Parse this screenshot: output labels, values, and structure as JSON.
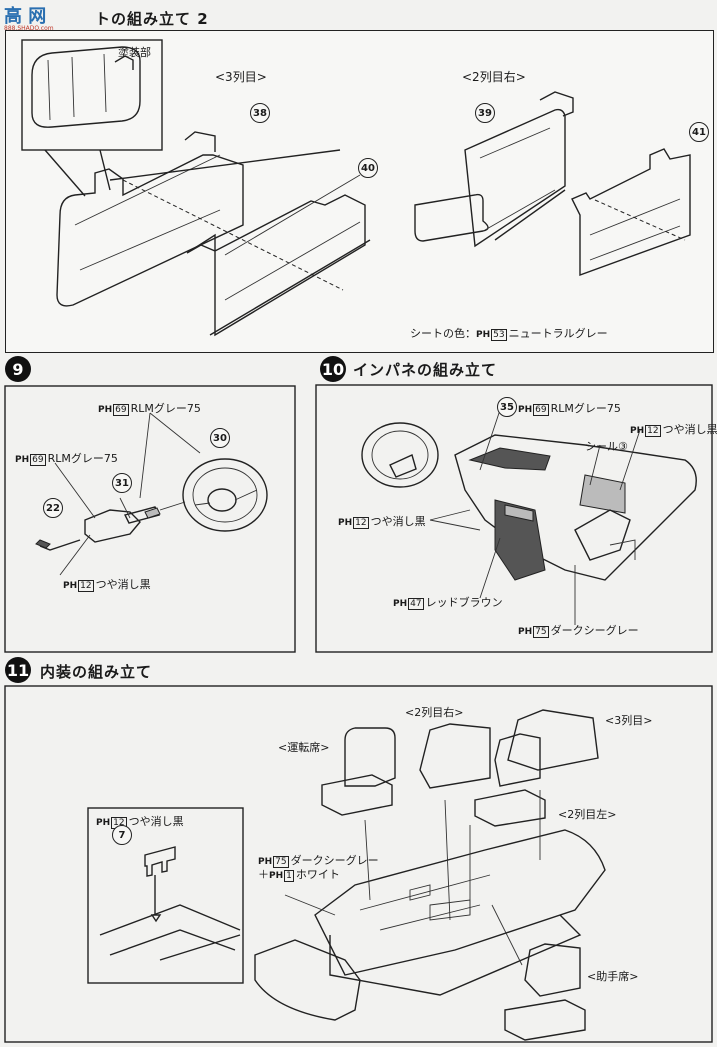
{
  "watermark": {
    "logo": "高 网",
    "url": "888.SHADO.com"
  },
  "step8": {
    "title": "トの組み立て 2",
    "painted_part": "塗装部",
    "row3": "<3列目>",
    "row2_right": "<2列目右>",
    "parts": [
      "38",
      "40",
      "39",
      "41"
    ],
    "seat_color": {
      "prefix": "シートの色：",
      "ph": "PH",
      "code": "53",
      "name": "ニュートラルグレー"
    }
  },
  "step9": {
    "number": "9",
    "color1": {
      "ph": "PH",
      "code": "69",
      "name": "RLMグレー75"
    },
    "color2": {
      "ph": "PH",
      "code": "69",
      "name": "RLMグレー75"
    },
    "color3": {
      "ph": "PH",
      "code": "12",
      "name": "つや消し黒"
    },
    "parts": [
      "30",
      "31",
      "22"
    ]
  },
  "step10": {
    "number": "10",
    "title": "インパネの組み立て",
    "part": "35",
    "color_main": {
      "ph": "PH",
      "code": "69",
      "name": "RLMグレー75"
    },
    "color_flat_top": {
      "ph": "PH",
      "code": "12",
      "name": "つや消し黒"
    },
    "seal": "シール③",
    "color_flat_left": {
      "ph": "PH",
      "code": "12",
      "name": "つや消し黒"
    },
    "color_red_brown": {
      "ph": "PH",
      "code": "47",
      "name": "レッドブラウン"
    },
    "color_dark_sea": {
      "ph": "PH",
      "code": "75",
      "name": "ダークシーグレー"
    }
  },
  "step11": {
    "number": "11",
    "title": "内装の組み立て",
    "row2_right": "<2列目右>",
    "row3": "<3列目>",
    "driver": "<運転席>",
    "row2_left": "<2列目左>",
    "passenger": "<助手席>",
    "inset_color": {
      "ph": "PH",
      "code": "12",
      "name": "つや消し黒"
    },
    "inset_part": "7",
    "floor_color1": {
      "ph": "PH",
      "code": "75",
      "name": "ダークシーグレー"
    },
    "floor_color2": {
      "prefix": "＋",
      "ph": "PH",
      "code": "1",
      "name": "ホワイト"
    }
  }
}
